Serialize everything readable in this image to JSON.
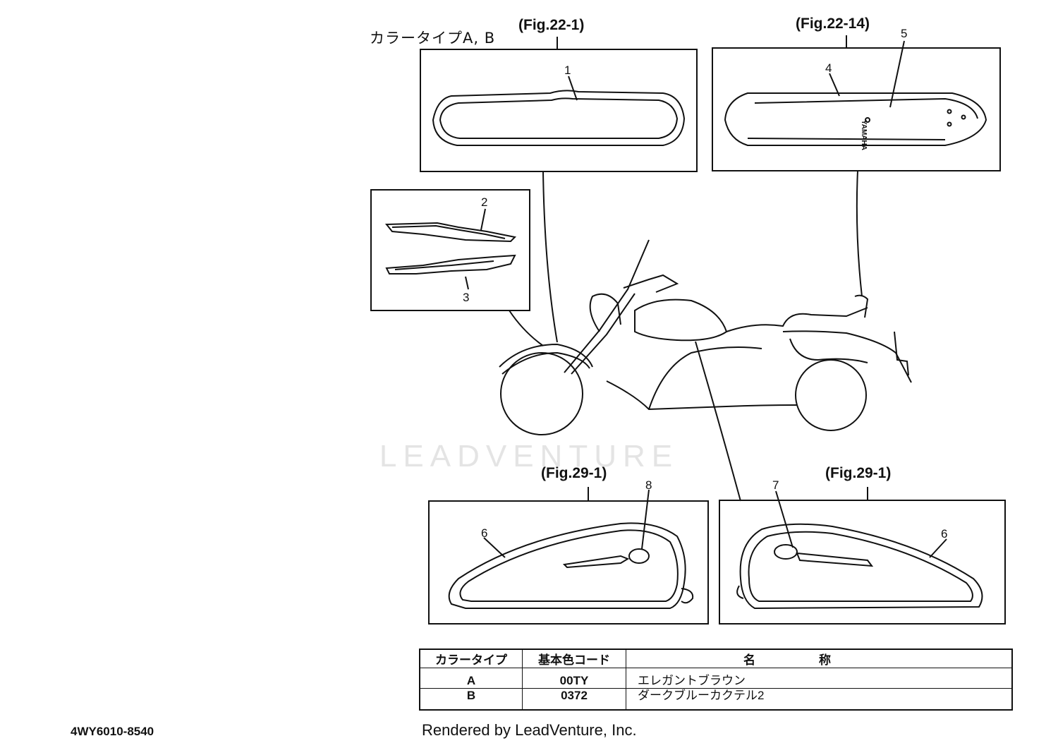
{
  "diagram": {
    "color_type_label": "カラータイプA, B",
    "figures": {
      "front_fender_ref": "(Fig.22-1)",
      "rear_fender_ref": "(Fig.22-14)",
      "tank_left_ref": "(Fig.29-1)",
      "tank_right_ref": "(Fig.29-1)"
    },
    "callouts": [
      "1",
      "2",
      "3",
      "4",
      "5",
      "6",
      "6",
      "7",
      "8"
    ],
    "emblem_text": "YAMAHA",
    "watermark": "LEADVENTURE"
  },
  "color_table": {
    "headers": [
      "カラータイプ",
      "基本色コード",
      "名称"
    ],
    "rows": [
      {
        "type": "A",
        "code": "00TY",
        "name": "エレガントブラウン"
      },
      {
        "type": "B",
        "code": "0372",
        "name": "ダークブルーカクテル2"
      }
    ]
  },
  "footer": {
    "part_number": "4WY6010-8540",
    "rendered_by": "Rendered by LeadVenture, Inc."
  }
}
